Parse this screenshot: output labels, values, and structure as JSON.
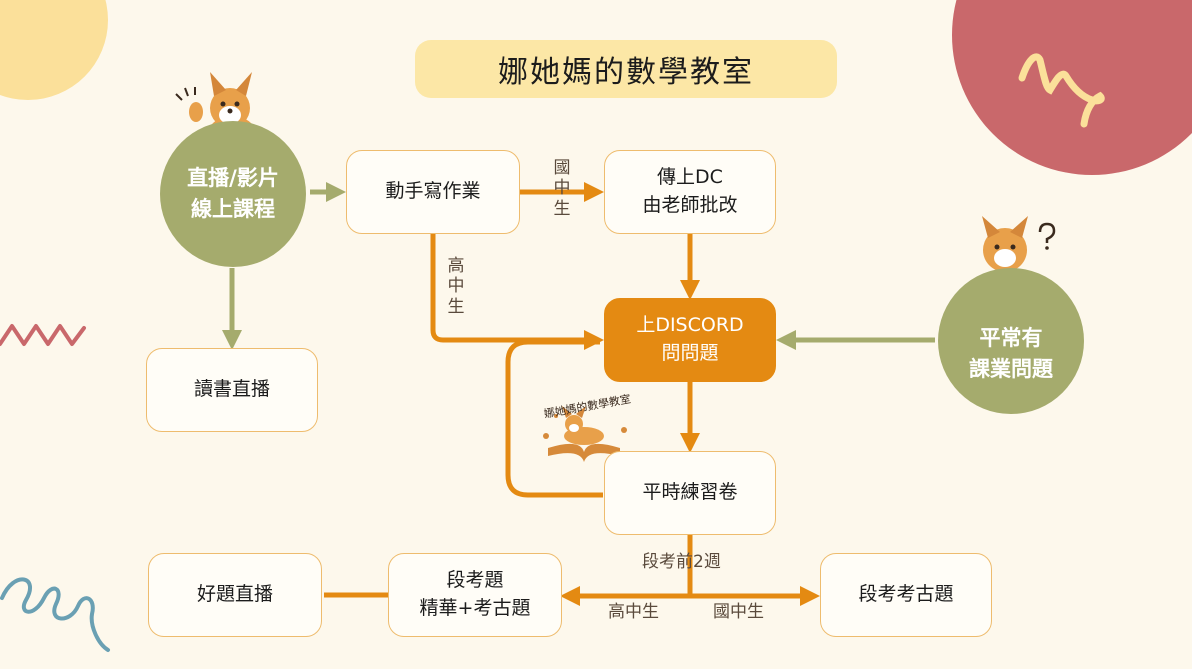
{
  "title": "娜她媽的數學教室",
  "circles": {
    "left": {
      "line1": "直播/影片",
      "line2": "線上課程"
    },
    "right": {
      "line1": "平常有",
      "line2": "課業問題"
    }
  },
  "boxes": {
    "homework": "動手寫作業",
    "upload": {
      "line1": "傳上DC",
      "line2": "由老師批改"
    },
    "discord": {
      "line1": "上DISCORD",
      "line2": "問問題"
    },
    "reading_live": "讀書直播",
    "practice": "平時練習卷",
    "exam_highlights": {
      "line1": "段考題",
      "line2": "精華+考古題"
    },
    "good_questions_live": "好題直播",
    "past_exams": "段考考古題"
  },
  "edge_labels": {
    "junior_top": [
      "國",
      "中",
      "生"
    ],
    "senior_left": [
      "高",
      "中",
      "生"
    ],
    "two_weeks": "段考前2週",
    "senior_bottom": "高中生",
    "junior_bottom": "國中生"
  },
  "colors": {
    "orange": "#e48a12",
    "green": "#a5ab6d",
    "red_circle": "#c9686b",
    "yellow_circle": "#fbe09a",
    "box_border": "#eebc6e",
    "title_bg": "#fce7a6"
  },
  "icons": {
    "corgi_waving": "corgi-waving-icon",
    "corgi_confused": "corgi-question-icon",
    "corgi_book_logo": "corgi-book-logo-icon",
    "logo_text": "娜她媽的數學教室"
  }
}
